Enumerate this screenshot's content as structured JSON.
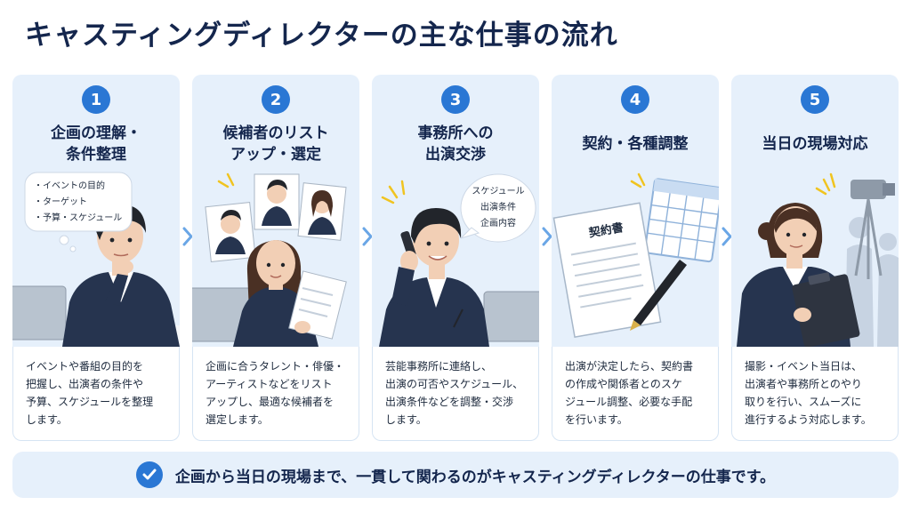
{
  "title": "キャスティングディレクターの主な仕事の流れ",
  "steps": [
    {
      "number": "1",
      "heading": [
        "企画の理解・",
        "条件整理"
      ],
      "bubble": [
        "・イベントの目的",
        "・ターゲット",
        "・予算・スケジュール"
      ],
      "description": [
        "イベントや番組の目的を",
        "把握し、出演者の条件や",
        "予算、スケジュールを整理",
        "します。"
      ]
    },
    {
      "number": "2",
      "heading": [
        "候補者のリスト",
        "アップ・選定"
      ],
      "description": [
        "企画に合うタレント・俳優・",
        "アーティストなどをリスト",
        "アップし、最適な候補者を",
        "選定します。"
      ]
    },
    {
      "number": "3",
      "heading": [
        "事務所への",
        "出演交渉"
      ],
      "bubble": [
        "スケジュール",
        "出演条件",
        "企画内容"
      ],
      "description": [
        "芸能事務所に連絡し、",
        "出演の可否やスケジュール、",
        "出演条件などを調整・交渉",
        "します。"
      ]
    },
    {
      "number": "4",
      "heading": [
        "契約・各種調整"
      ],
      "document_title": "契約書",
      "description": [
        "出演が決定したら、契約書",
        "の作成や関係者とのスケ",
        "ジュール調整、必要な手配",
        "を行います。"
      ]
    },
    {
      "number": "5",
      "heading": [
        "当日の現場対応"
      ],
      "description": [
        "撮影・イベント当日は、",
        "出演者や事務所とのやり",
        "取りを行い、スムーズに",
        "進行するよう対応します。"
      ]
    }
  ],
  "footer": "企画から当日の現場まで、一貫して関わるのがキャスティングディレクターの仕事です。",
  "colors": {
    "accent": "#2a77d4",
    "card_bg": "#e6f0fb",
    "title": "#14264d",
    "jacket": "#26344f"
  },
  "icons": {
    "step_arrow": "chevron-right-icon",
    "footer": "check-circle-icon"
  }
}
